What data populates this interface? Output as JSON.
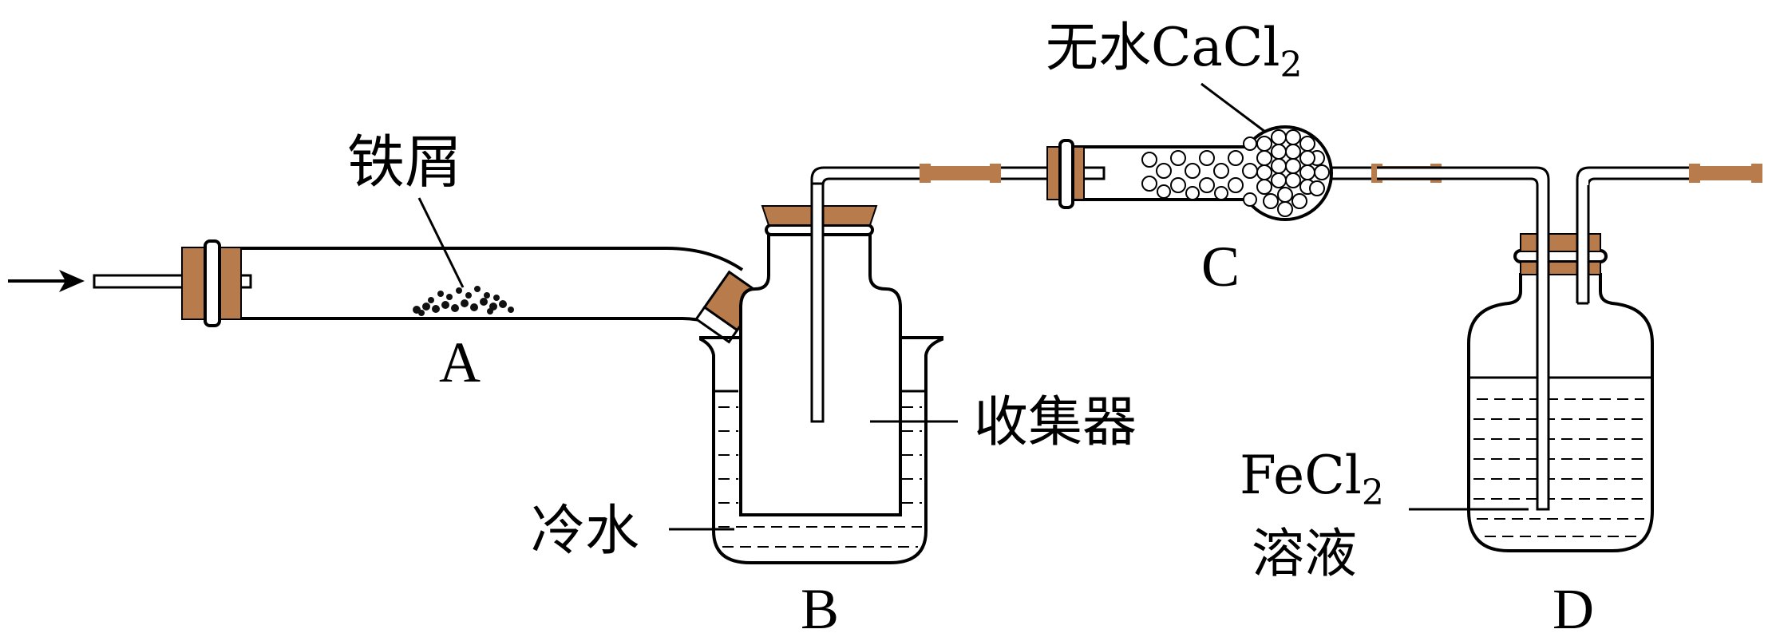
{
  "labels": {
    "iron_filings": "铁屑",
    "A": "A",
    "B": "B",
    "C": "C",
    "D": "D",
    "collector": "收集器",
    "cold_water": "冷水",
    "cacl2_prefix": "无水CaCl",
    "cacl2_sub": "2",
    "fecl2_prefix": "FeCl",
    "fecl2_sub": "2",
    "solution": "溶液"
  },
  "colors": {
    "stopper": "#b87c4c",
    "line": "#000000",
    "background": "#ffffff"
  }
}
